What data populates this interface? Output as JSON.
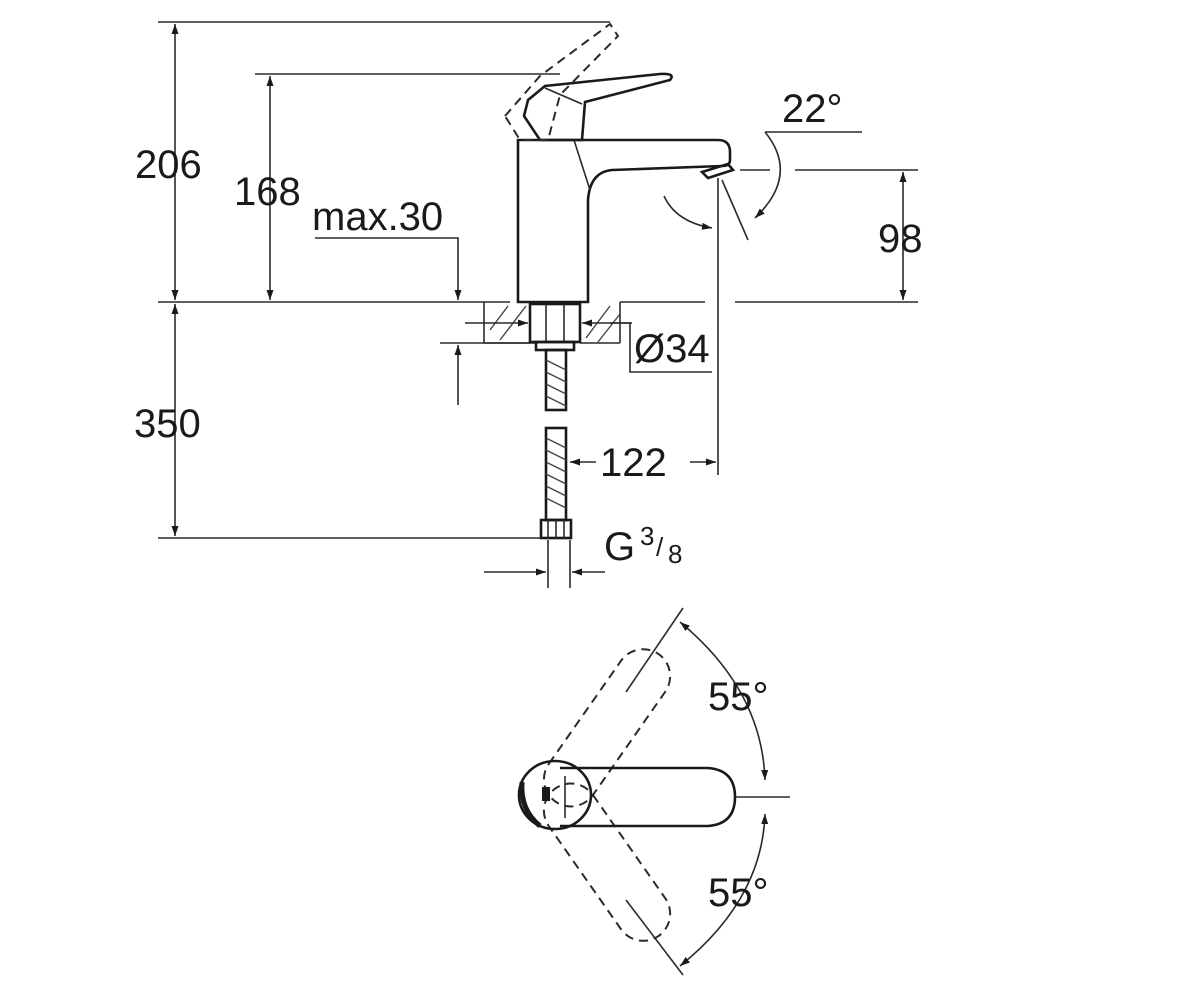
{
  "drawing": {
    "dimensions": {
      "total_height": "206",
      "lever_height": "168",
      "max_thickness": "max.30",
      "spout_angle": "22°",
      "spout_height": "98",
      "hole_diameter": "Ø34",
      "hose_length": "350",
      "spout_reach": "122",
      "connection_thread_prefix": "G",
      "connection_thread_num": "3",
      "connection_thread_den": "8",
      "lever_swing_left": "55°",
      "lever_swing_right": "55°"
    },
    "colors": {
      "line": "#1a1a1a",
      "background": "#ffffff"
    }
  }
}
